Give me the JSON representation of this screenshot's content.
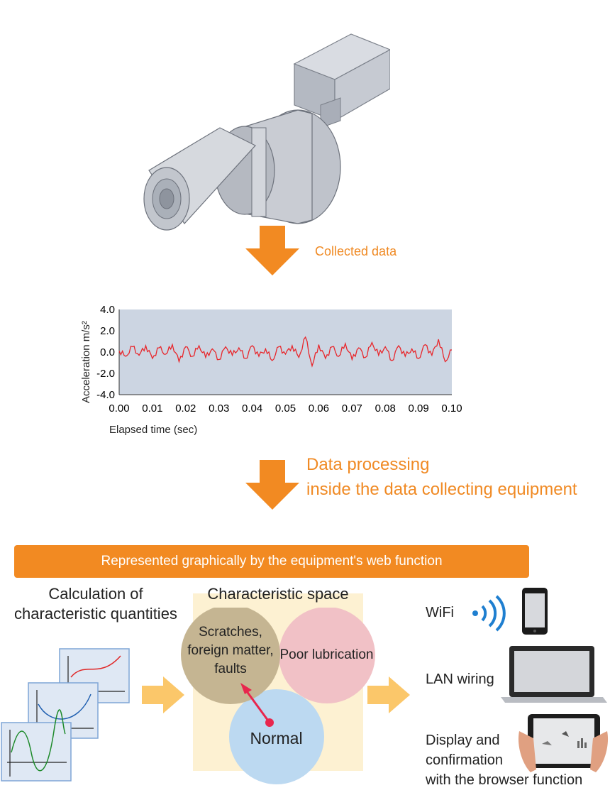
{
  "flow": {
    "collected_label": "Collected data",
    "processing_line1": "Data processing",
    "processing_line2": "inside the data collecting equipment"
  },
  "banner": {
    "text": "Represented graphically by the equipment's web function"
  },
  "calc": {
    "line1": "Calculation of",
    "line2": "characteristic quantities"
  },
  "space": {
    "title": "Characteristic space",
    "scratch_line1": "Scratches,",
    "scratch_line2": "foreign matter,",
    "scratch_line3": "faults",
    "poor": "Poor lubrication",
    "normal": "Normal"
  },
  "outputs": {
    "wifi": "WiFi",
    "lan": "LAN wiring",
    "display_line1": "Display and",
    "display_line2": "confirmation",
    "display_line3": "with the browser function"
  },
  "colors": {
    "accent": "#f28a22",
    "signal": "#e8262b",
    "plot_bg": "#ccd5e2",
    "wifi": "#1f7fd0"
  },
  "chart_data": {
    "type": "line",
    "ylabel": "Acceleration m/s²",
    "xlabel": "Elapsed time (sec)",
    "xlim": [
      0.0,
      0.1
    ],
    "ylim": [
      -4.0,
      4.0
    ],
    "x_ticks": [
      "0.00",
      "0.01",
      "0.02",
      "0.03",
      "0.04",
      "0.05",
      "0.06",
      "0.07",
      "0.08",
      "0.09",
      "0.10"
    ],
    "y_ticks": [
      "4.0",
      "2.0",
      "0.0",
      "-2.0",
      "-4.0"
    ],
    "grid": false,
    "series": [
      {
        "x": [
          0.0,
          0.002,
          0.004,
          0.006,
          0.008,
          0.01,
          0.012,
          0.014,
          0.016,
          0.018,
          0.02,
          0.022,
          0.024,
          0.026,
          0.028,
          0.03,
          0.032,
          0.034,
          0.036,
          0.038,
          0.04,
          0.042,
          0.044,
          0.046,
          0.048,
          0.05,
          0.052,
          0.054,
          0.056,
          0.058,
          0.06,
          0.062,
          0.064,
          0.066,
          0.068,
          0.07,
          0.072,
          0.074,
          0.076,
          0.078,
          0.08,
          0.082,
          0.084,
          0.086,
          0.088,
          0.09,
          0.092,
          0.094,
          0.096,
          0.098,
          0.1
        ],
        "y": [
          0.1,
          -0.4,
          0.5,
          -0.3,
          0.6,
          -0.6,
          0.4,
          -0.2,
          0.7,
          -0.9,
          0.5,
          -0.4,
          0.6,
          -0.5,
          0.3,
          -0.7,
          0.5,
          -0.3,
          0.4,
          -0.6,
          0.6,
          -0.4,
          0.3,
          -0.8,
          0.5,
          -0.2,
          0.6,
          -0.5,
          1.4,
          -1.3,
          0.7,
          -0.6,
          0.5,
          -0.4,
          0.8,
          -0.7,
          0.4,
          -0.5,
          0.9,
          -0.3,
          0.5,
          -0.8,
          0.6,
          -0.4,
          0.3,
          -0.6,
          0.7,
          -0.3,
          1.2,
          -0.9,
          0.2
        ]
      }
    ]
  }
}
